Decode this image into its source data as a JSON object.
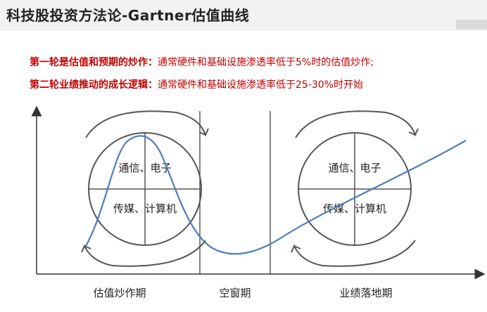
{
  "title": "科技股投资方法论-Gartner估值曲线",
  "notes": [
    {
      "key": "第一轮是估值和预期的炒作",
      "sep": "：",
      "text": "通常硬件和基础设施渗透率低于5%时的估值炒作;"
    },
    {
      "key": "第二轮业绩推动的成长逻辑",
      "sep": "：",
      "text": "通常硬件和基础设施渗透率低于25-30%时开始"
    }
  ],
  "left_cycle": {
    "q1": "通信、电子",
    "q2": "传媒、计算机"
  },
  "right_cycle": {
    "q1": "通信、电子",
    "q2": "传媒、计算机"
  },
  "phases": [
    "估值炒作期",
    "空窗期",
    "业绩落地期"
  ],
  "colors": {
    "curve": "#4a7ebb",
    "accent": "#c00000",
    "stroke": "#333333",
    "circle": "#555555"
  }
}
